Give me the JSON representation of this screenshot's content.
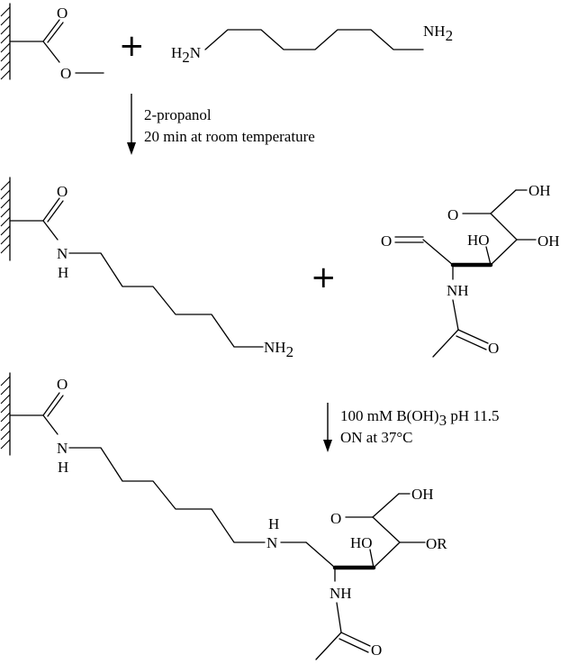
{
  "step1": {
    "line1": "2-propanol",
    "line2": "20 min at room temperature"
  },
  "step2": {
    "line1": "100 mM B(OH)",
    "line1_sub": "3",
    "line1_end": " pH 11.5",
    "line2": "ON at 37°C"
  },
  "plus_sign": "+",
  "atoms": {
    "O": "O",
    "H": "H",
    "N": "N",
    "NH": "NH",
    "H2N_H": "H",
    "H2N_sub": "2",
    "H2N_N": "N",
    "NH2_base": "NH",
    "NH2_sub": "2",
    "OH": "OH",
    "HO": "HO",
    "OR": "OR"
  },
  "colors": {
    "ink": "#000000",
    "background": "#ffffff"
  }
}
